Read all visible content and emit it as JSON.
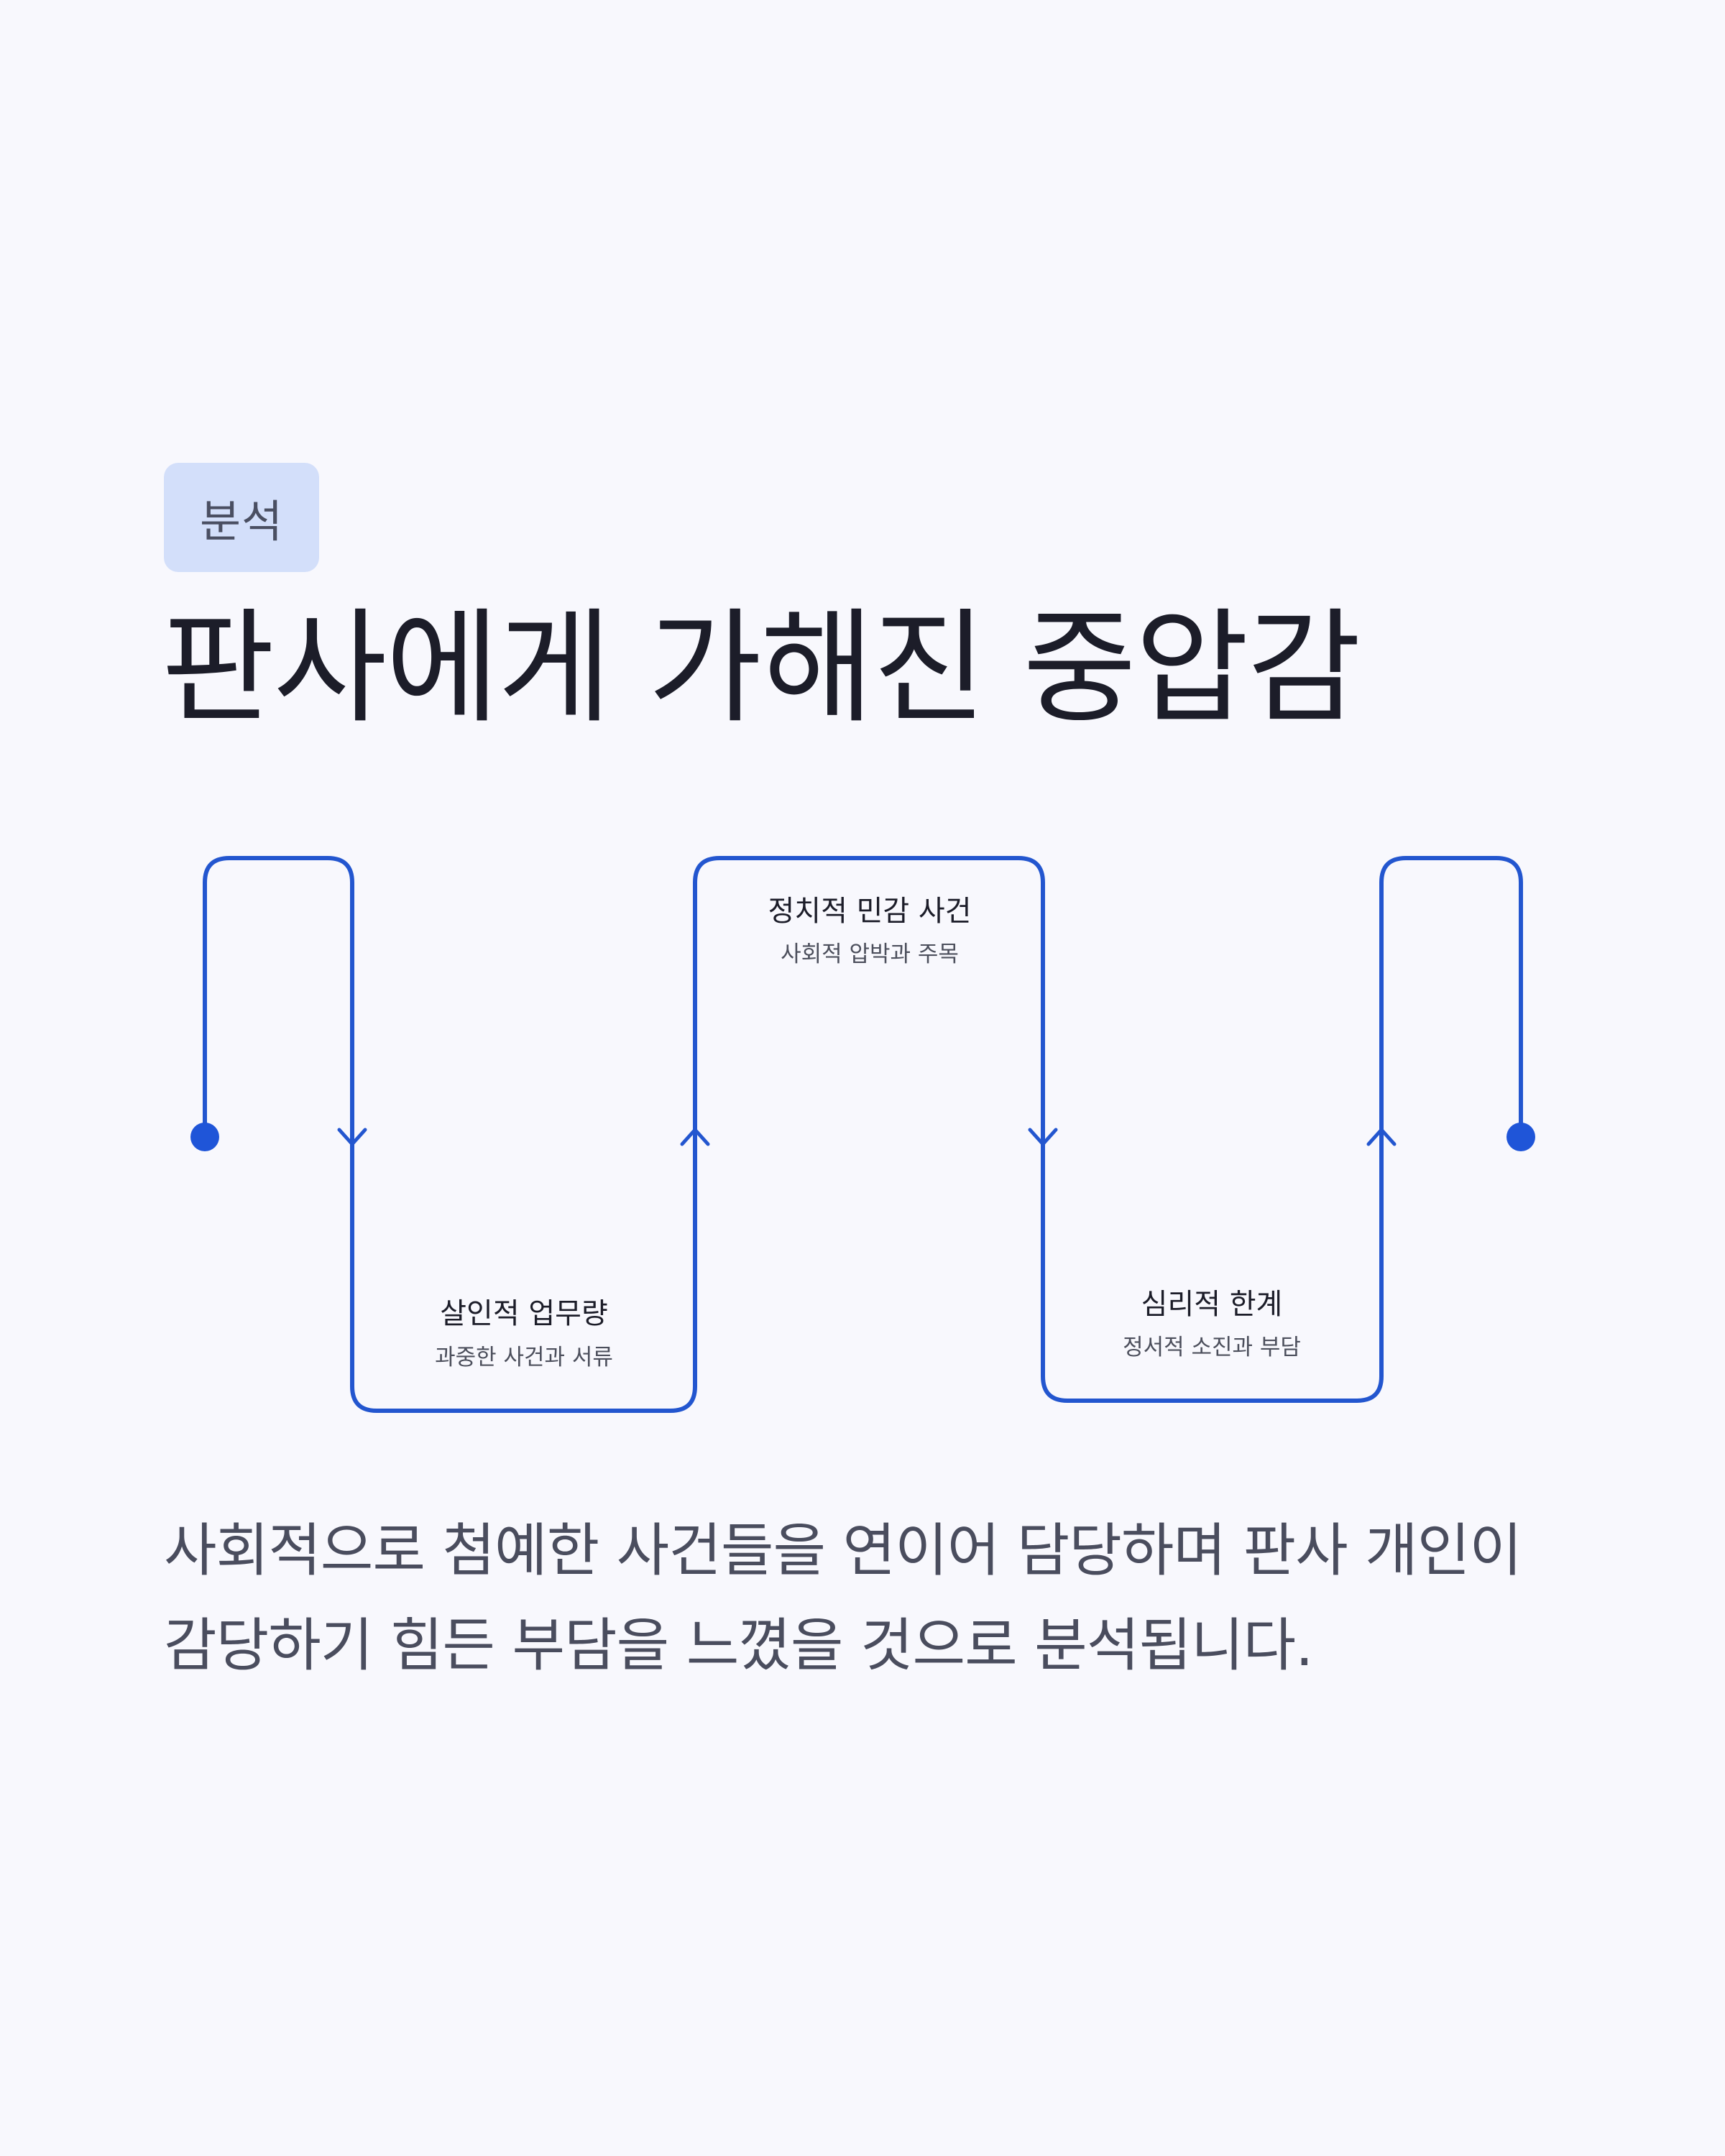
{
  "badge": "분석",
  "title": "판사에게 가해진 중압감",
  "diagram": {
    "line_color": "#2356cf",
    "steps": [
      {
        "title": "살인적 업무량",
        "subtitle": "과중한 사건과 서류"
      },
      {
        "title": "정치적 민감 사건",
        "subtitle": "사회적 압박과 주목"
      },
      {
        "title": "심리적 한계",
        "subtitle": "정서적 소진과 부담"
      }
    ]
  },
  "body": {
    "line1": "사회적으로 첨예한 사건들을 연이어 담당하며 판사 개인이",
    "line2": "감당하기 힘든 부담을 느꼈을 것으로 분석됩니다."
  }
}
